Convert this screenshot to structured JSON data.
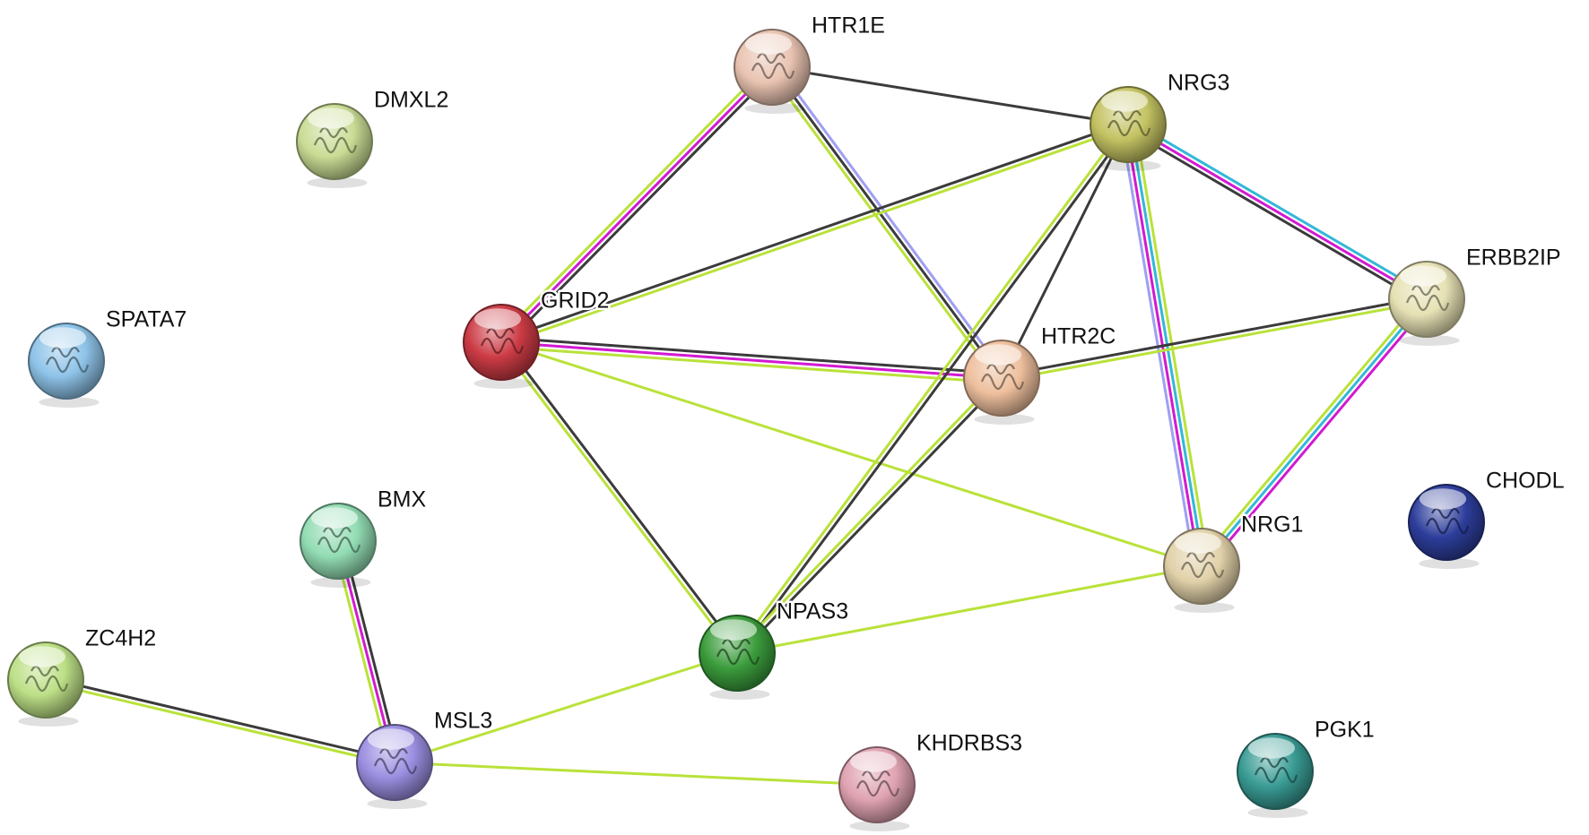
{
  "colors": {
    "neighborhood": "#c1d72e",
    "experiments": "#d11ad1",
    "databases": "#33b8d6",
    "textmining": "#b9e23a",
    "coexpression": "#3b3b3b",
    "homology": "#9f9ff2"
  },
  "nodes": [
    {
      "id": "HTR1E",
      "label": "HTR1E",
      "color": "#e9c3b1",
      "icon": "protein-structure-icon"
    },
    {
      "id": "NRG3",
      "label": "NRG3",
      "color": "#c3c262",
      "icon": "protein-structure-icon"
    },
    {
      "id": "DMXL2",
      "label": "DMXL2",
      "color": "#c9dc94",
      "icon": "protein-structure-icon"
    },
    {
      "id": "GRID2",
      "label": "GRID2",
      "color": "#cc3b45",
      "icon": "protein-structure-icon"
    },
    {
      "id": "HTR2C",
      "label": "HTR2C",
      "color": "#eebf9d",
      "icon": "protein-structure-icon"
    },
    {
      "id": "ERBB2IP",
      "label": "ERBB2IP",
      "color": "#e6e1b4",
      "icon": "protein-structure-icon"
    },
    {
      "id": "SPATA7",
      "label": "SPATA7",
      "color": "#8ec3e8",
      "icon": "protein-structure-icon"
    },
    {
      "id": "CHODL",
      "label": "CHODL",
      "color": "#2d3d9b",
      "icon": "protein-structure-icon"
    },
    {
      "id": "BMX",
      "label": "BMX",
      "color": "#92dcb3",
      "icon": "protein-structure-icon"
    },
    {
      "id": "NRG1",
      "label": "NRG1",
      "color": "#e1d1a9",
      "icon": "protein-structure-icon"
    },
    {
      "id": "NPAS3",
      "label": "NPAS3",
      "color": "#3b9c3c",
      "icon": "protein-structure-icon"
    },
    {
      "id": "ZC4H2",
      "label": "ZC4H2",
      "color": "#bcdf86",
      "icon": "protein-structure-icon"
    },
    {
      "id": "MSL3",
      "label": "MSL3",
      "color": "#9a8ee0",
      "icon": "protein-structure-icon"
    },
    {
      "id": "KHDRBS3",
      "label": "KHDRBS3",
      "color": "#dfa2b1",
      "icon": "protein-structure-icon"
    },
    {
      "id": "PGK1",
      "label": "PGK1",
      "color": "#399b94",
      "icon": "protein-structure-icon"
    }
  ],
  "edges": [
    {
      "source": "HTR1E",
      "target": "GRID2",
      "types": [
        "coexpression",
        "experiments",
        "textmining"
      ]
    },
    {
      "source": "HTR1E",
      "target": "NRG3",
      "types": [
        "coexpression"
      ]
    },
    {
      "source": "HTR1E",
      "target": "HTR2C",
      "types": [
        "homology",
        "coexpression",
        "textmining"
      ]
    },
    {
      "source": "GRID2",
      "target": "NRG3",
      "types": [
        "coexpression",
        "textmining"
      ]
    },
    {
      "source": "GRID2",
      "target": "HTR2C",
      "types": [
        "coexpression",
        "experiments",
        "textmining"
      ]
    },
    {
      "source": "GRID2",
      "target": "NPAS3",
      "types": [
        "coexpression",
        "textmining"
      ]
    },
    {
      "source": "GRID2",
      "target": "NRG1",
      "types": [
        "textmining"
      ]
    },
    {
      "source": "NRG3",
      "target": "HTR2C",
      "types": [
        "coexpression"
      ]
    },
    {
      "source": "NRG3",
      "target": "NPAS3",
      "types": [
        "coexpression",
        "textmining"
      ]
    },
    {
      "source": "NRG3",
      "target": "NRG1",
      "types": [
        "textmining",
        "databases",
        "experiments",
        "homology"
      ]
    },
    {
      "source": "NRG3",
      "target": "ERBB2IP",
      "types": [
        "databases",
        "experiments",
        "coexpression"
      ]
    },
    {
      "source": "HTR2C",
      "target": "ERBB2IP",
      "types": [
        "coexpression",
        "textmining"
      ]
    },
    {
      "source": "HTR2C",
      "target": "NPAS3",
      "types": [
        "coexpression",
        "textmining"
      ]
    },
    {
      "source": "ERBB2IP",
      "target": "NRG1",
      "types": [
        "experiments",
        "databases",
        "textmining"
      ]
    },
    {
      "source": "NPAS3",
      "target": "NRG1",
      "types": [
        "textmining"
      ]
    },
    {
      "source": "NPAS3",
      "target": "MSL3",
      "types": [
        "textmining"
      ]
    },
    {
      "source": "BMX",
      "target": "MSL3",
      "types": [
        "coexpression",
        "experiments",
        "textmining"
      ]
    },
    {
      "source": "ZC4H2",
      "target": "MSL3",
      "types": [
        "coexpression",
        "textmining"
      ]
    },
    {
      "source": "MSL3",
      "target": "KHDRBS3",
      "types": [
        "textmining"
      ]
    }
  ]
}
